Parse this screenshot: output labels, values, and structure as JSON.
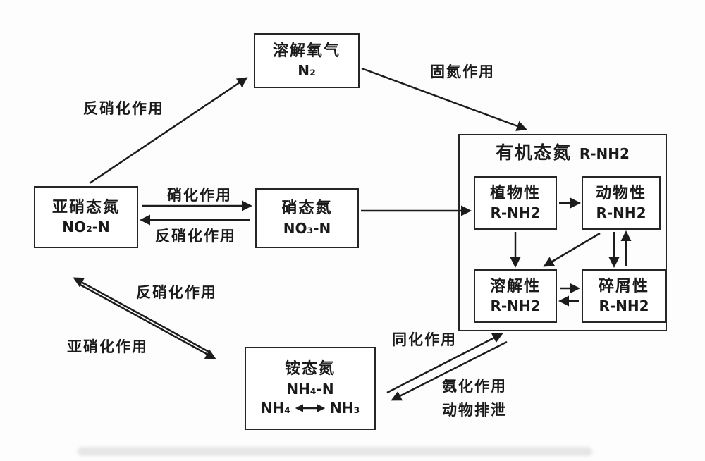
{
  "diagram": {
    "title": "water nitrogen cycle diagram",
    "colors": {
      "line": "#1c1c1c",
      "box_border": "#262626",
      "background": "#fdfdfd"
    },
    "nodes": {
      "dissolved_oxygen": {
        "title": "溶解氧气",
        "formula": "N₂"
      },
      "nitrite": {
        "title": "亚硝态氮",
        "formula": "NO₂-N"
      },
      "nitrate": {
        "title": "硝态氮",
        "formula": "NO₃-N"
      },
      "ammonium": {
        "title": "铵态氮",
        "formula": "NH₄-N",
        "equilibrium_left": "NH₄",
        "equilibrium_right": "NH₃"
      },
      "organic": {
        "title": "有机态氮",
        "title_suffix": "R-NH2",
        "plant": {
          "title": "植物性",
          "formula": "R-NH2"
        },
        "animal": {
          "title": "动物性",
          "formula": "R-NH2"
        },
        "dissolved": {
          "title": "溶解性",
          "formula": "R-NH2"
        },
        "detritus": {
          "title": "碎屑性",
          "formula": "R-NH2"
        }
      }
    },
    "labels": {
      "denitrification_top": "反硝化作用",
      "nitrogen_fixation": "固氮作用",
      "nitrification": "硝化作用",
      "denitrification_mid": "反硝化作用",
      "denitrification_diag": "反硝化作用",
      "nitrosation": "亚硝化作用",
      "assimilation": "同化作用",
      "ammonification": "氨化作用",
      "animal_excretion": "动物排泄"
    }
  }
}
